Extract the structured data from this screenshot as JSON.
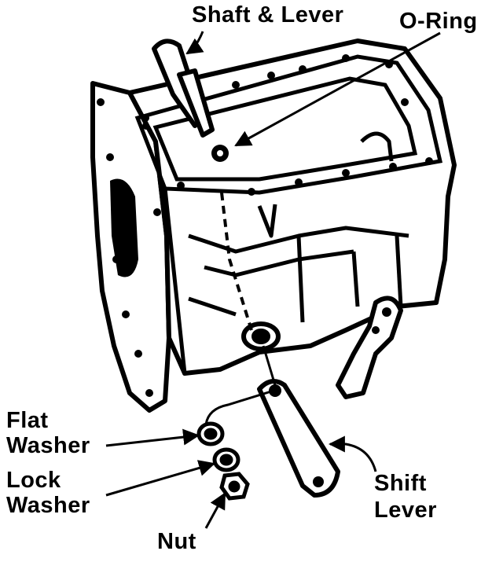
{
  "labels": {
    "shaft_lever": "Shaft & Lever",
    "o_ring": "O-Ring",
    "flat_washer_1": "Flat",
    "flat_washer_2": "Washer",
    "lock_washer_1": "Lock",
    "lock_washer_2": "Washer",
    "nut": "Nut",
    "shift_lever_1": "Shift",
    "shift_lever_2": "Lever"
  },
  "colors": {
    "ink": "#000000",
    "paper": "#ffffff"
  }
}
